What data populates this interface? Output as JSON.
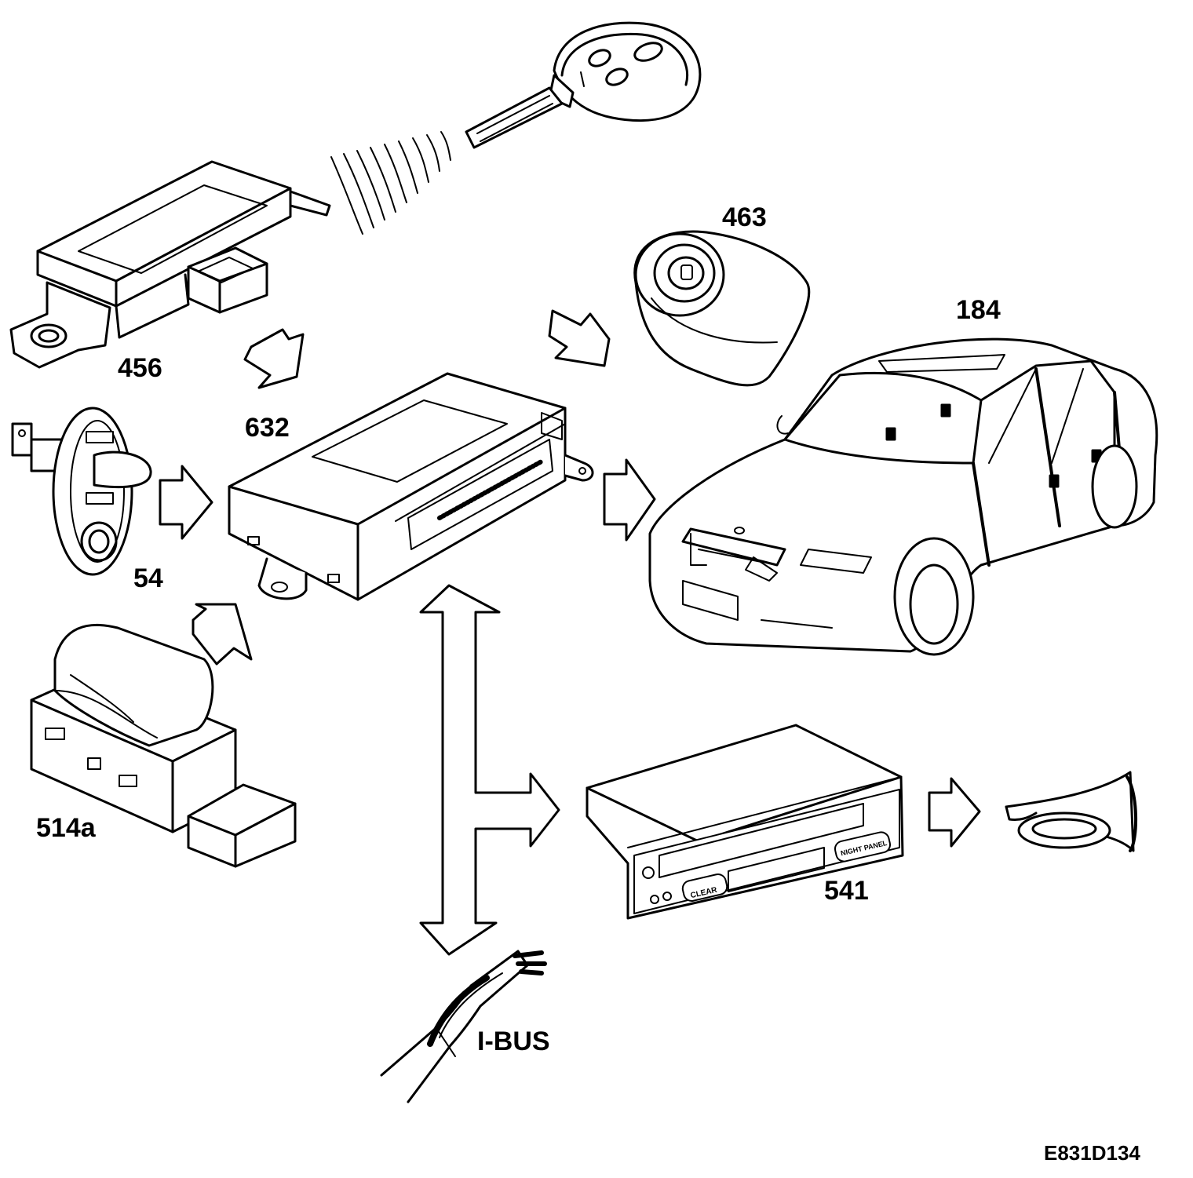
{
  "labels": {
    "key_receiver": "456",
    "ignition_switch": "463",
    "car": "184",
    "control_module": "632",
    "hood_switch": "54",
    "alarm_switch": "514a",
    "info_display": "541",
    "bus": "I-BUS"
  },
  "display_buttons": {
    "clear": "CLEAR",
    "night_panel": "NIGHT PANEL"
  },
  "reference_code": "E831D134",
  "colors": {
    "ink": "#000000",
    "paper": "#ffffff"
  },
  "icons": [
    "key-fob-icon",
    "receiver-module-icon",
    "ignition-switch-icon",
    "car-icon",
    "control-module-icon",
    "hood-switch-icon",
    "alarm-switch-icon",
    "info-display-icon",
    "horn-icon",
    "bus-cable-icon",
    "arrow-icon"
  ]
}
